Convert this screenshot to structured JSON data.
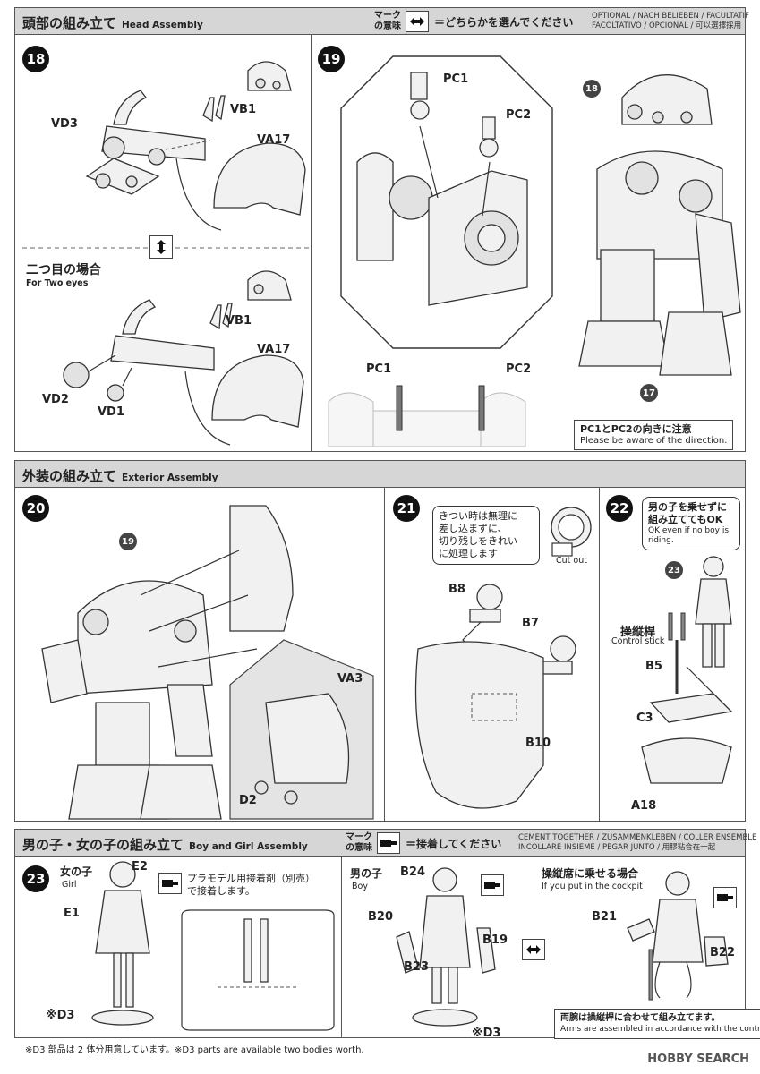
{
  "sections": {
    "head": {
      "title_jp": "頭部の組み立て",
      "title_en": "Head Assembly",
      "legend": {
        "mark_label": "マーク\nの意味",
        "meaning": "＝どちらかを選んでください",
        "translations": "OPTIONAL / NACH BELIEBEN / FACULTATIF\nFACOLTATIVO / OPCIONAL / 可以選擇採用",
        "icon": "choose-either-icon"
      }
    },
    "exterior": {
      "title_jp": "外装の組み立て",
      "title_en": "Exterior Assembly"
    },
    "boy_girl": {
      "title_jp": "男の子・女の子の組み立て",
      "title_en": "Boy and Girl Assembly",
      "legend": {
        "mark_label": "マーク\nの意味",
        "meaning": "＝接着してください",
        "translations": "CEMENT TOGETHER / ZUSAMMENKLEBEN / COLLER ENSEMBLE\nINCOLLARE INSIEME / PEGAR JUNTO / 用膠粘合在一起",
        "icon": "cement-tube-icon"
      }
    }
  },
  "steps": {
    "s18": {
      "number": "18",
      "parts": [
        "VD3",
        "VB1",
        "VA17"
      ],
      "alt_title_jp": "二つ目の場合",
      "alt_title_en": "For Two eyes",
      "alt_parts": [
        "VB1",
        "VA17",
        "VD2",
        "VD1"
      ]
    },
    "s19": {
      "number": "19",
      "ref_18": "18",
      "ref_17": "17",
      "parts": [
        "PC1",
        "PC2"
      ],
      "detail_parts": [
        "PC1",
        "PC2"
      ],
      "note_jp": "PC1とPC2の向きに注意",
      "note_en": "Please be aware of the direction."
    },
    "s20": {
      "number": "20",
      "ref_19": "19",
      "parts": [
        "VA3",
        "D2"
      ]
    },
    "s21": {
      "number": "21",
      "balloon_jp": "きつい時は無理に\n差し込まずに、\n切り残しをきれい\nに処理します",
      "cut_out": "Cut out",
      "parts": [
        "B8",
        "B7",
        "B10"
      ]
    },
    "s22": {
      "number": "22",
      "balloon_jp": "男の子を乗せずに\n組み立ててもOK",
      "balloon_en": "OK even if no boy is\nriding.",
      "ref_23": "23",
      "control_stick_jp": "操縦桿",
      "control_stick_en": "Control stick",
      "parts": [
        "B5",
        "C3",
        "A18"
      ]
    },
    "s23": {
      "number": "23",
      "girl_jp": "女の子",
      "girl_en": "Girl",
      "girl_parts": [
        "E2",
        "E1",
        "※D3"
      ],
      "glue_note": "プラモデル用接着剤（別売）\nで接着します。",
      "boy_jp": "男の子",
      "boy_en": "Boy",
      "boy_parts": [
        "B24",
        "B20",
        "B19",
        "B23",
        "※D3"
      ],
      "cockpit_jp": "操縦席に乗せる場合",
      "cockpit_en": "If you put in the cockpit",
      "cockpit_parts": [
        "B21",
        "B22"
      ],
      "cockpit_note_jp": "両腕は操縦桿に合わせて組み立てます。",
      "cockpit_note_en": "Arms are assembled in accordance with the control stick"
    }
  },
  "footnote": "※D3 部品は 2 体分用意しています。※D3 parts are available two bodies worth.",
  "watermark": "HOBBY SEARCH"
}
